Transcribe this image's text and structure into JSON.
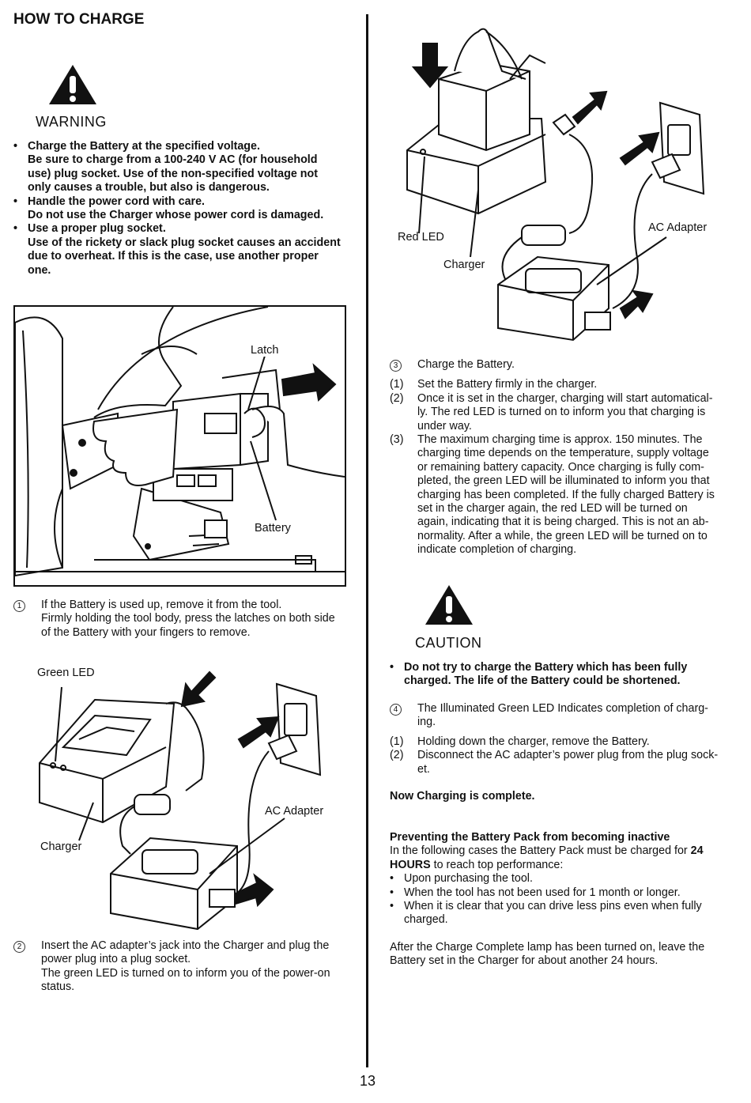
{
  "heading": "HOW TO CHARGE",
  "warning": {
    "word": "WARNING",
    "items": [
      {
        "title": "Charge the Battery at the specified voltage.",
        "lines": [
          "Be sure to charge from a 100-240 V AC (for household",
          "use) plug socket. Use of the non-specified voltage not",
          "only causes a trouble, but also is dangerous."
        ]
      },
      {
        "title": "Handle the power cord with care.",
        "lines": [
          "Do not use the Charger whose power cord is damaged."
        ]
      },
      {
        "title": "Use a proper plug socket.",
        "lines": [
          "Use of the rickety or slack plug socket causes an accident",
          "due to overheat. If this is the case, use another proper",
          "one."
        ]
      }
    ]
  },
  "fig1": {
    "latch": "Latch",
    "battery": "Battery"
  },
  "step1": {
    "marker": "1",
    "lines": [
      "If the Battery is used up, remove it from the tool.",
      "Firmly holding the tool body, press the latches on both side",
      "of the Battery with your fingers to remove."
    ]
  },
  "fig2": {
    "green_led": "Green LED",
    "charger": "Charger",
    "ac_adapter": "AC Adapter"
  },
  "step2": {
    "marker": "2",
    "lines": [
      "Insert the AC adapter’s jack into the Charger and plug the",
      "power plug into a plug socket.",
      "The green LED is turned on to inform you of the power-on",
      "status."
    ]
  },
  "fig3": {
    "red_led": "Red LED",
    "charger": "Charger",
    "ac_adapter": "AC Adapter"
  },
  "step3": {
    "marker": "3",
    "title": "Charge the Battery.",
    "items": [
      {
        "num": "(1)",
        "lines": [
          "Set the Battery firmly in the charger."
        ]
      },
      {
        "num": "(2)",
        "lines": [
          "Once it is set in the charger, charging will start automatical-",
          "ly. The red LED is turned on to inform you that charging is",
          "under way."
        ]
      },
      {
        "num": "(3)",
        "lines": [
          "The maximum charging time is approx. 150 minutes. The",
          "charging time depends on the temperature, supply voltage",
          "or remaining battery capacity. Once charging is fully com-",
          "pleted, the green LED will be illuminated to inform you that",
          "charging has been completed. If the fully charged Battery is",
          "set in the charger again, the red LED will be turned on",
          "again, indicating that it is being charged. This is not an ab-",
          "normality. After a while, the green LED will be turned on to",
          "indicate completion of charging."
        ]
      }
    ]
  },
  "caution": {
    "word": "CAUTION",
    "item_lines": [
      "Do not try to charge the Battery which has been fully",
      "charged. The life of the Battery could be shortened."
    ]
  },
  "step4": {
    "marker": "4",
    "lines": [
      "The Illuminated Green LED Indicates completion of charg-",
      "ing."
    ],
    "items": [
      {
        "num": "(1)",
        "lines": [
          "Holding down the charger, remove the Battery."
        ]
      },
      {
        "num": "(2)",
        "lines": [
          "Disconnect the AC adapter’s power plug from the plug sock-",
          "et."
        ]
      }
    ]
  },
  "complete": "Now Charging is complete.",
  "preventing": {
    "title": "Preventing the Battery Pack from becoming inactive",
    "intro_a": "In the following cases the Battery Pack must be charged for ",
    "intro_b": "24",
    "intro_c": "HOURS",
    "intro_d": " to reach top performance:",
    "bullets": [
      [
        "Upon purchasing the tool."
      ],
      [
        "When the tool has not been used for 1 month or longer."
      ],
      [
        "When it is clear that you can drive less pins even when fully",
        "charged."
      ]
    ],
    "after": [
      "After the Charge Complete lamp has been turned on, leave the",
      "Battery set in the Charger for about another 24 hours."
    ]
  },
  "page_number": "13"
}
